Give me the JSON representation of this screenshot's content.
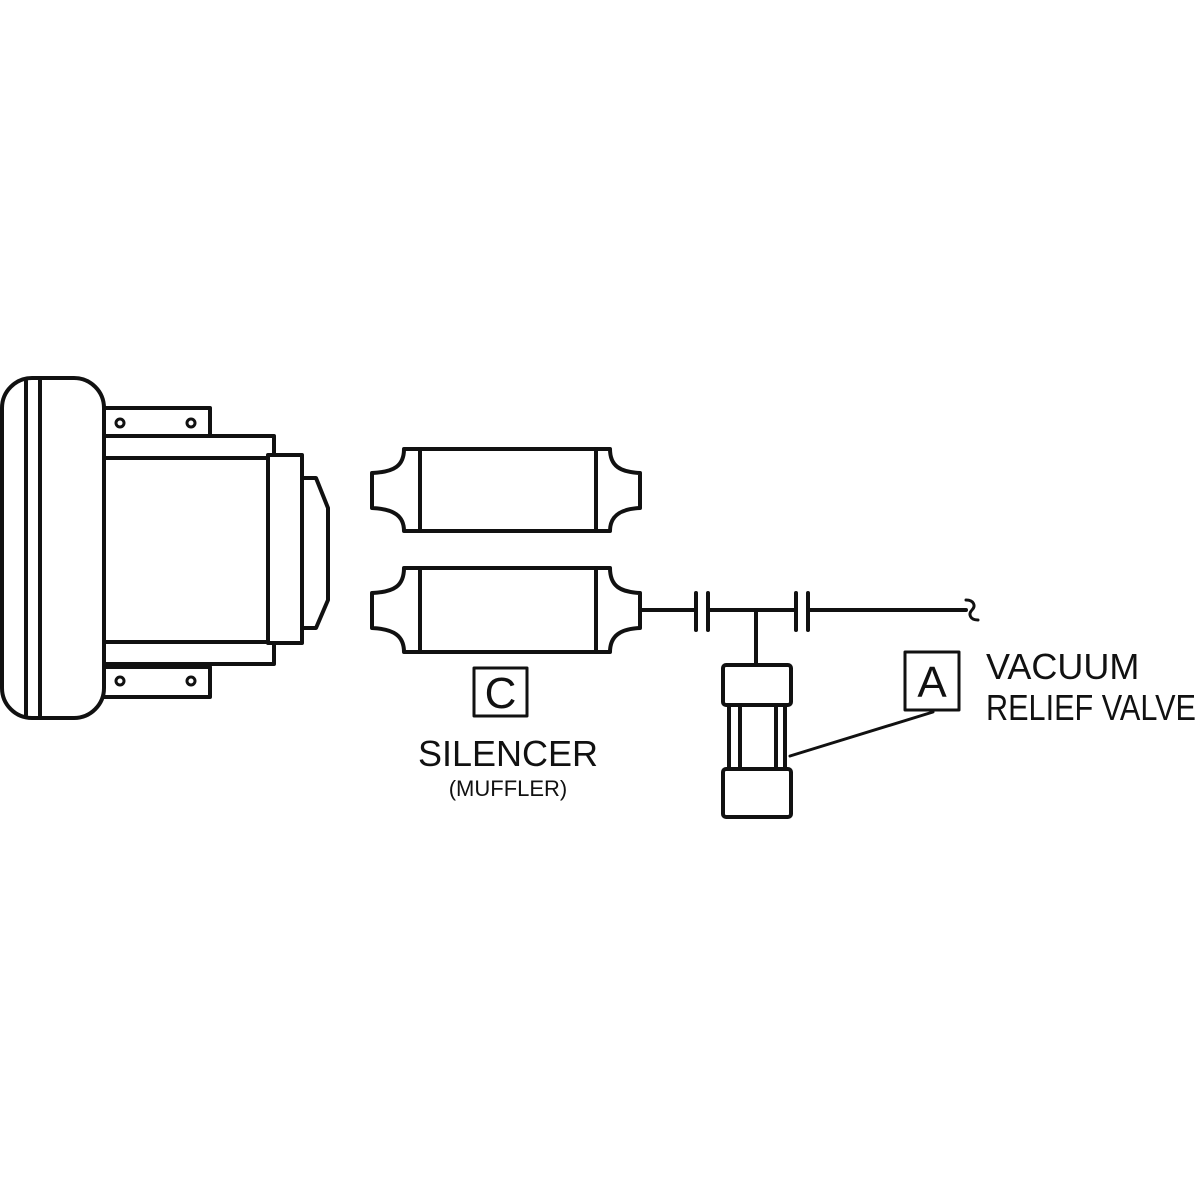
{
  "labels": {
    "silencer_code": "C",
    "silencer_name": "SILENCER",
    "silencer_sub": "(MUFFLER)",
    "valve_code": "A",
    "valve_line1": "VACUUM",
    "valve_line2": "RELIEF VALVE"
  },
  "colors": {
    "line": "#111111",
    "background": "#ffffff"
  }
}
